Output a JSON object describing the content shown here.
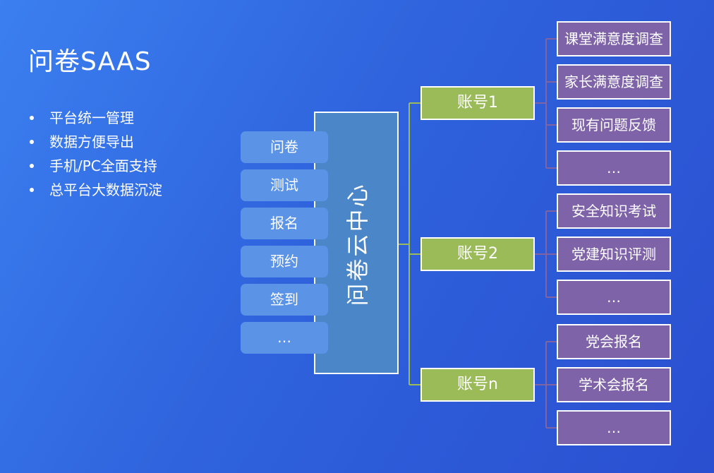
{
  "title": "问卷SAAS",
  "bullets": [
    "平台统一管理",
    "数据方便导出",
    "手机/PC全面支持",
    "总平台大数据沉淀"
  ],
  "features": [
    "问卷",
    "测试",
    "报名",
    "预约",
    "签到",
    "…"
  ],
  "center": "问卷云中心",
  "accounts": [
    {
      "label": "账号1",
      "items": [
        "课堂满意度调查",
        "家长满意度调查",
        "现有问题反馈",
        "…"
      ]
    },
    {
      "label": "账号2",
      "items": [
        "安全知识考试",
        "党建知识评测",
        "…"
      ]
    },
    {
      "label": "账号n",
      "items": [
        "党会报名",
        "学术会报名",
        "…"
      ]
    }
  ],
  "colors": {
    "background": "#3069e0",
    "feature": "#5b93e6",
    "center": "#4a86c8",
    "account": "#9bbb59",
    "leaf": "#7f63a8",
    "connector_green": "#9bbb59",
    "connector_purple": "#8064a2"
  }
}
